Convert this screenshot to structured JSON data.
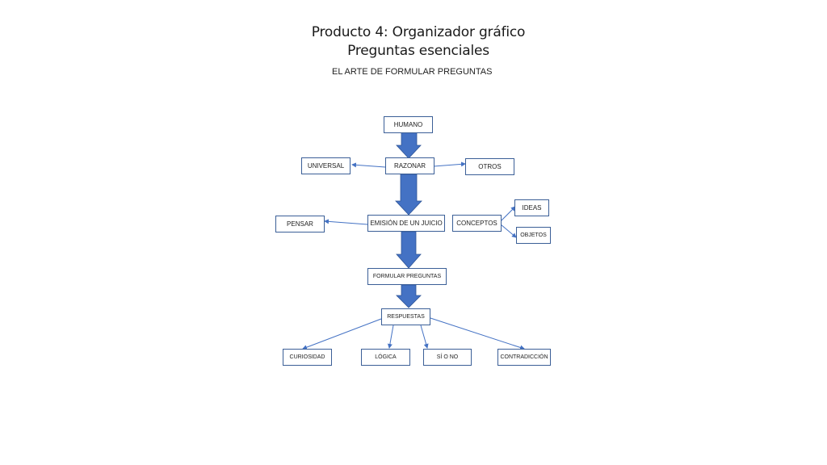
{
  "header": {
    "title_line1": "Producto 4: Organizador gráfico",
    "title_line2": "Preguntas esenciales",
    "subtitle": "EL ARTE DE FORMULAR PREGUNTAS"
  },
  "nodes": {
    "humano": "HUMANO",
    "razonar": "RAZONAR",
    "universal": "UNIVERSAL",
    "otros": "OTROS",
    "emision": "EMISIÓN DE UN JUICIO",
    "pensar": "PENSAR",
    "conceptos": "CONCEPTOS",
    "ideas": "IDEAS",
    "objetos": "OBJETOS",
    "formular": "FORMULAR PREGUNTAS",
    "respuestas": "RESPUESTAS",
    "curiosidad": "CURIOSIDAD",
    "logica": "LÓGICA",
    "si_o_no": "SÍ O NO",
    "contradiccion": "CONTRADICCIÓN"
  },
  "colors": {
    "arrow_fill": "#4472c4",
    "arrow_stroke": "#2f5597",
    "border": "#3b5f97"
  }
}
